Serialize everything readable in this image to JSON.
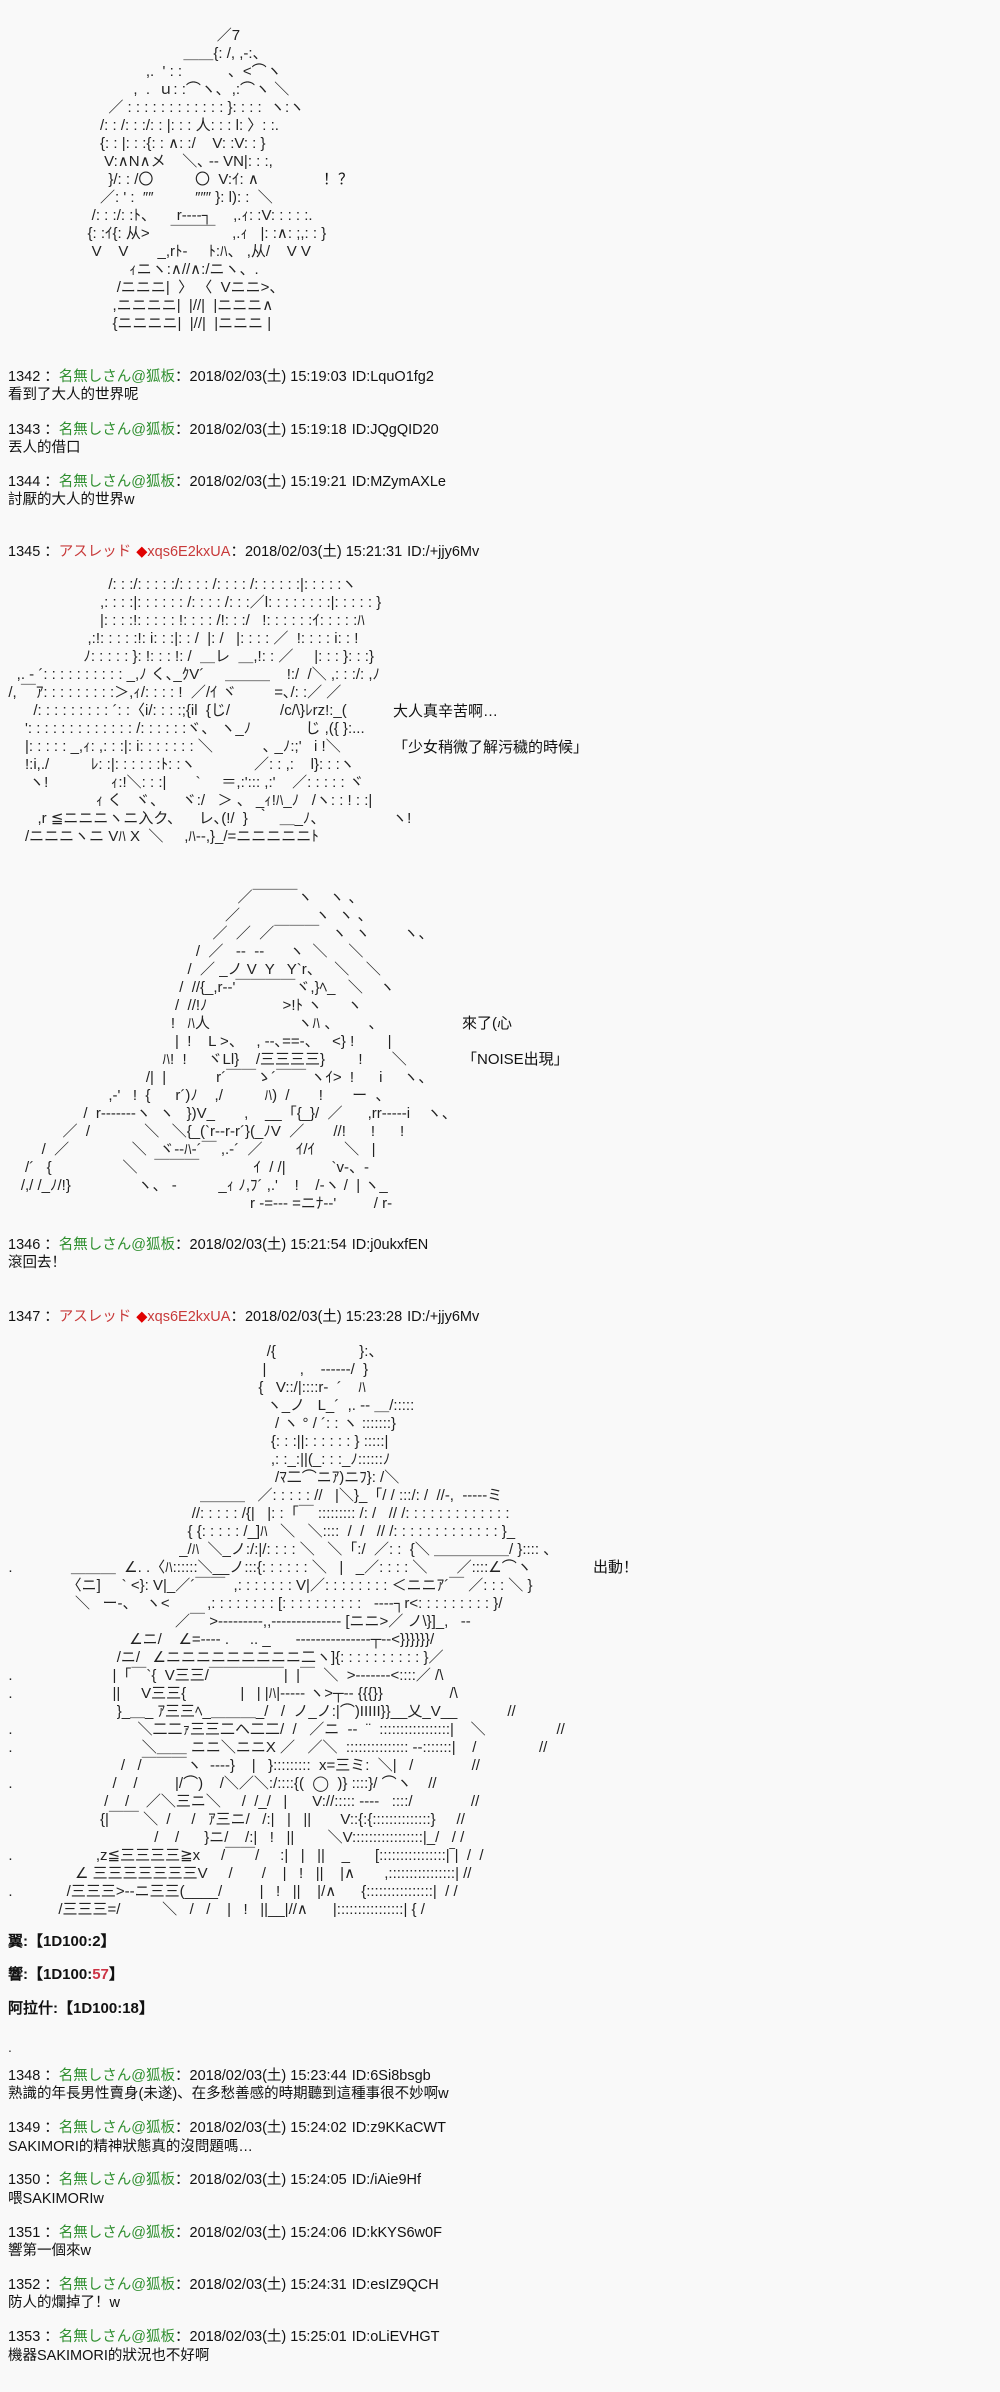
{
  "labels": {
    "sep": "："
  },
  "colors": {
    "background": "#f9f9f9",
    "text": "#111111",
    "name_anonymous": "#2f8f2f",
    "name_author": "#c83a3a",
    "trip_diamond": "#e00000",
    "dice_highlight": "#cc3344"
  },
  "top_aa": {
    "lines": [
      "                                                    ／7",
      "                                            ＿＿{: /, ,-:、",
      "                                   ,.  ' : :           、<⌒ヽ",
      "                                ,  .  ｕ: :⌒ヽ､  ,:⌒ヽ ＼",
      "                          ／ : : : : : : : : : : : : }: : : :  ヽ:ヽ",
      "                        /: : /: : :/: : |: : : 人: : : l: 〉: :.",
      "                        {: : |: : :{: : ∧: :/    V: :V: : }",
      "                         V:∧N∧メ    ＼､ -- VN|: : :,",
      "                          }/: : /〇          〇  V:ｲ: ∧",
      "                        ／: ' :  ″″          ″″″ }: l): :  ＼",
      "                      /: : :/: :ﾄ、     r‐‐‐‐┐     ,.ｨ: :V: : : : :.",
      "                     {: :ｲ{: 从>     ￣￣￣    ,.ｨ   |: :∧: ;,: : }",
      "                      V    V       _,rﾄ‐     ﾄ:ﾊ、 ,从/    V V",
      "                               ｨニヽ:∧//∧:/ニヽ、.",
      "                            /ニニニ|  〉 〈  Vニニ>、",
      "                           ,ニニニニ|  |//|  |ニニニ∧",
      "                           {ニニニニ|  |//|  |ニニニ |"
    ],
    "captions": [
      "！？"
    ]
  },
  "posts": [
    {
      "number": "1342",
      "name": "名無しさん@狐板",
      "date": "2018/02/03(土) 15:19:03",
      "id": "ID:LquO1fg2",
      "body": "看到了大人的世界呢"
    },
    {
      "number": "1343",
      "name": "名無しさん@狐板",
      "date": "2018/02/03(土) 15:19:18",
      "id": "ID:JQgQID20",
      "body": "丟人的借口"
    },
    {
      "number": "1344",
      "name": "名無しさん@狐板",
      "date": "2018/02/03(土) 15:19:21",
      "id": "ID:MZymAXLe",
      "body": "討厭的大人的世界w"
    },
    {
      "number": "1345",
      "name": "アスレッド",
      "trip_mark": "◆",
      "trip": "xqs6E2kxUA",
      "date": "2018/02/03(土) 15:21:31",
      "id": "ID:/+jjy6Mv",
      "aa": [
        {
          "lines": [
            "                          /: : :/: : : : :/: : : : /: : : : /: : : : : :|: : : : :ヽ",
            "                        ,: : : :|: : : : : : /: : : : /: : :／l: : : : : : : :|: : : : : }",
            "                        |: : : :!: : : : : !: : : : /!: : :/   !: : : : : :ｲ: : : : :ﾊ",
            "                     ,:!: : : : :!: i: : :|: : /  |: /   |: : : : ／  !: : : : i: : !",
            "                    ﾉ: : : : : }: !: : : !: /  ＿レ  ＿,!: : ／     |: : : }: : :}",
            "    ,. ‐ ´: : : : : : : : : : _,ﾉ く､_ｸV´     ＿＿＿    !:/  /＼ ,: : :/: ,ﾉ",
            "  /, ￣ｱ: : : : : : : : :＞,ｨ/: : : : !  ／/ｲ ヾ         =､/: :／ ／",
            "        /: : : : : : : : : ´: :〈i/: : : :;{il  {じ/            /c/\\}ﾚrz!:_(",
            "      ': : : : : : : : : : : : : /: : : : : :ヾ、 ヽ_ﾉ             じ ,({ }:...",
            "      |: : : : : _,ｨ: ,: : :|: i: : : : : : : ＼            ､ _ﾉ:;'   i !＼",
            "      !:i,./          ﾚ: :|: : : : : :ﾄ: :ヽ              ／: : ,:    l}: : :ヽ",
            "       ヽ!               ｨ:!＼: : :|       `     ＝,:'::: ,:'    ／: : : : : ヾ",
            "                       ｨ く   ヾ、    ヾ:/   ＞ 、 _ｨ!ﾊ_ﾉ   /ヽ: : ! : :|",
            "         ,r ≦ニニニヽニ入ク、    レ､(!/  }  ｀  ＿_ﾉ、                ヽ!",
            "      /ニニニヽニ Vﾊ X  ＼     ,ﾊ‐-,}_/=ニニニニニﾄ"
          ],
          "captions": [
            "大人真辛苦啊…",
            "「少女稍微了解污穢的時候」"
          ]
        },
        {
          "lines": [
            "                                                         ／￣￣￣ヽ    ヽ 、",
            "                                                      ／                  ヽ  ヽ 、",
            "                                                   ／  ／  ／￣￣￣   ヽ  ヽ        ヽ、",
            "                                               /  ／   ‐‐  ‐‐      ヽ  ＼     ＼",
            "                                             /  ／ _ノ V  Y   Y`r、   ＼    ＼",
            "                                           /  //{_,r‐‐'￣￣￣￣ヾ,}ﾍ_   ＼    ヽ",
            "                                          /  //!ﾉ                  >!ﾄ ヽ      ヽ",
            "                                         !   ﾊ人                     ヽﾊ 、       、",
            "                                          |  !    L >、   , ‐‐､==-、   <} !        |",
            "                                       ﾊ!  !     ヾLl}    /三三三三}        !       ＼",
            "                                   /|  |            r´￣￣ゝ´￣￣ ヽｲ>  !      i     ヽ、",
            "                          ,‐'   !  {      r´)ﾉ    ,/          ﾊ)  /       !       ー  、",
            "                    /  r‐‐‐‐‐‐‐ヽ  ヽ   })V_       ,    __「{_}/  ／      ,rr‐‐‐‐‐i    ヽ、",
            "               ／  /             ＼   ＼{_(`r‐‐r‐r´}(_ﾉV  ／       //!      !      !",
            "          /  ／               ＼   ヾ‐‐ﾊ‐´￣ ,.-´  ／        ｲ/ｲ       ＼   |",
            "      /´   {                 ＼    ￣￣￣             ｲ  / /|           `v‐、‐",
            "     /,/ /_ﾉ/!}                ヽ、 -          _ｨ ﾉ,ﾌ´ ,.'    !    /‐ヽ /  | ヽ_",
            "                                                            r -=--- =ニﾅ‐‐'         / r‐"
          ],
          "captions": [
            "來了(心",
            "「NOISE出現」"
          ]
        }
      ]
    },
    {
      "number": "1346",
      "name": "名無しさん@狐板",
      "date": "2018/02/03(土) 15:21:54",
      "id": "ID:j0ukxfEN",
      "body": "滾回去！"
    },
    {
      "number": "1347",
      "name": "アスレッド",
      "trip_mark": "◆",
      "trip": "xqs6E2kxUA",
      "date": "2018/02/03(土) 15:23:28",
      "id": "ID:/+jjy6Mv",
      "aa": [
        {
          "lines": [
            "                                                                /{                    }:、",
            "                                                               |        ,    -‐‐‐‐‐/  }",
            "                                                              {   V::/|::::r‐  ´    ﾊ",
            "                                                                ヽ_ノ   L_´  ,. -‐ ＿/:::::",
            "                                                                  / ヽ ° / ´: : ヽ :::::::}",
            "                                                                 {: : :||: : : : : : } :::::|",
            "                                                                 ,: :_:||(_: : :_ﾉ::::::ﾉ",
            "                                                                  /ﾏ二⌒ニｱ)ニﾌ}: /＼",
            "                                                ＿＿＿   ／: : : : : //   |＼}_「/ / :::/: /  //-,  -‐‐‐-ミ",
            "                                              //: : : : : /{|   |: :「￣ ::::::::: /: /   // /: : : : : : : : : : : : :",
            "                                             { {: : : : : /_]ﾊ   ＼   ＼::::  /  /   // /: : : : : : : : : : : : : }_",
            "                                           _/ﾊ  ＼_ノ:/:|/: : : : ＼   ＼「:/  ／: :  {＼ ＿＿＿＿＿/ }:::: 、",
            "  .              ＿＿＿  ∠. .〈ﾊ::::::＼__ノ:::{: : : : : : ＼   |   _／: : : : ＼       ／::::∠⌒ヽ",
            "                〈ニ]     ` <}: V|_／´￣￣  ,: : : : : : : V|／: : : : : : : : ＜ニニｱ´￣ ／: : : ＼ }",
            "                  ＼   ー-、  ヽ<         ,: : : : : : : : [: : : : : : : : : :   -‐‐‐┐r<: : : : : : : : : }/",
            "                                          ／￣ >‐‐‐‐‐‐‐‐-,,‐‐‐‐‐‐‐‐‐‐‐‐‐‐ [ニニ>／ ノ\\}]_,   -‐",
            "                               ∠ニ/    ∠=‐‐‐- .     .. _      -‐‐‐‐‐‐‐‐‐‐‐‐‐‐┬‐‐<}}}}}}/",
            "                            /ニ/   ∠ニニニニニニニニニ二ヽ]{: : : : : : : : : : }／",
            "  .                        |「￣`{  V三三/￣￣￣￣￣|  |￣  ＼  >‐‐‐‐‐‐‐<::::／ /\\",
            "  .                        ||     V三三{             |   | |ﾊ|‐‐‐‐‐ ヽ>┬‐‐ {{{}}                /\\",
            "                            }_＿_ ｱ三三ﾍ_＿＿＿_/   /  ノ_ノ:|⌒)IIIII}}__乂_V__            //",
            "  .                              ＼二二ｧ三三二ヘ二二/  /   ／ニ  --  ¨  :::::::::::::::::|    ＼                 //",
            "  .                               ＼＿＿ ニニ＼ニニX ／   ／＼  ::::::::::::::: ‐-:::::::|    /               //",
            "                             /   /￣￣￣ヽ  ‐‐‐‐}    |   }:::::::::  x=三ミ:  ＼|   /              //",
            "  .                        /    /         |/⌒)    /＼／＼:/::::{(  ◯  )} ::::}/ ⌒ヽ    //",
            "                         /    /    ／＼三ニ＼     /  /_/   |      V://::::: ‐‐‐‐   ::::/              //",
            "                        {|￣￣ ＼  /     /   ｱ三ニ/   /:|   |   ||       V::{:{::::::::::::::}     //",
            "                                     /    /      }ニ/    /:|   !   ||        ＼V:::::::::::::::::|_/   / /",
            "  .                    ,z≦三三三三≧x     /￣￣/     :|   |   ||    _      [::::::::::::::::|‾|  /  /",
            "                  ∠ 三三三三三三三V     /       /    |   !   ||    |∧       ,::::::::::::::::| //",
            "  .             /三三三>‐‐ニ三三(____/         |   !   ||    |/∧      {::::::::::::::::|  / /",
            "              /三三三=/          ＼   /   /    |   !   ||__|//∧      |::::::::::::::::| { /"
          ],
          "captions": [
            "出動！"
          ]
        }
      ],
      "dice": [
        {
          "prefix": "翼:【1D100:",
          "value": "2",
          "suffix": "】"
        },
        {
          "prefix": "響:【1D100:",
          "value": "57",
          "suffix": "】"
        },
        {
          "prefix": "阿拉什:【1D100:",
          "value": "18",
          "suffix": "】"
        }
      ],
      "trailing": "."
    },
    {
      "number": "1348",
      "name": "名無しさん@狐板",
      "date": "2018/02/03(土) 15:23:44",
      "id": "ID:6Si8bsgb",
      "body": "熟識的年長男性賣身(未遂)、在多愁善感的時期聽到這種事很不妙啊w"
    },
    {
      "number": "1349",
      "name": "名無しさん@狐板",
      "date": "2018/02/03(土) 15:24:02",
      "id": "ID:z9KKaCWT",
      "body": "SAKIMORI的精神狀態真的沒問題嗎…"
    },
    {
      "number": "1350",
      "name": "名無しさん@狐板",
      "date": "2018/02/03(土) 15:24:05",
      "id": "ID:/iAie9Hf",
      "body": "喂SAKIMORIw"
    },
    {
      "number": "1351",
      "name": "名無しさん@狐板",
      "date": "2018/02/03(土) 15:24:06",
      "id": "ID:kKYS6w0F",
      "body": "響第一個來w"
    },
    {
      "number": "1352",
      "name": "名無しさん@狐板",
      "date": "2018/02/03(土) 15:24:31",
      "id": "ID:esIZ9QCH",
      "body": "防人的爛掉了！w"
    },
    {
      "number": "1353",
      "name": "名無しさん@狐板",
      "date": "2018/02/03(土) 15:25:01",
      "id": "ID:oLiEVHGT",
      "body": "機器SAKIMORI的狀況也不好啊"
    }
  ]
}
